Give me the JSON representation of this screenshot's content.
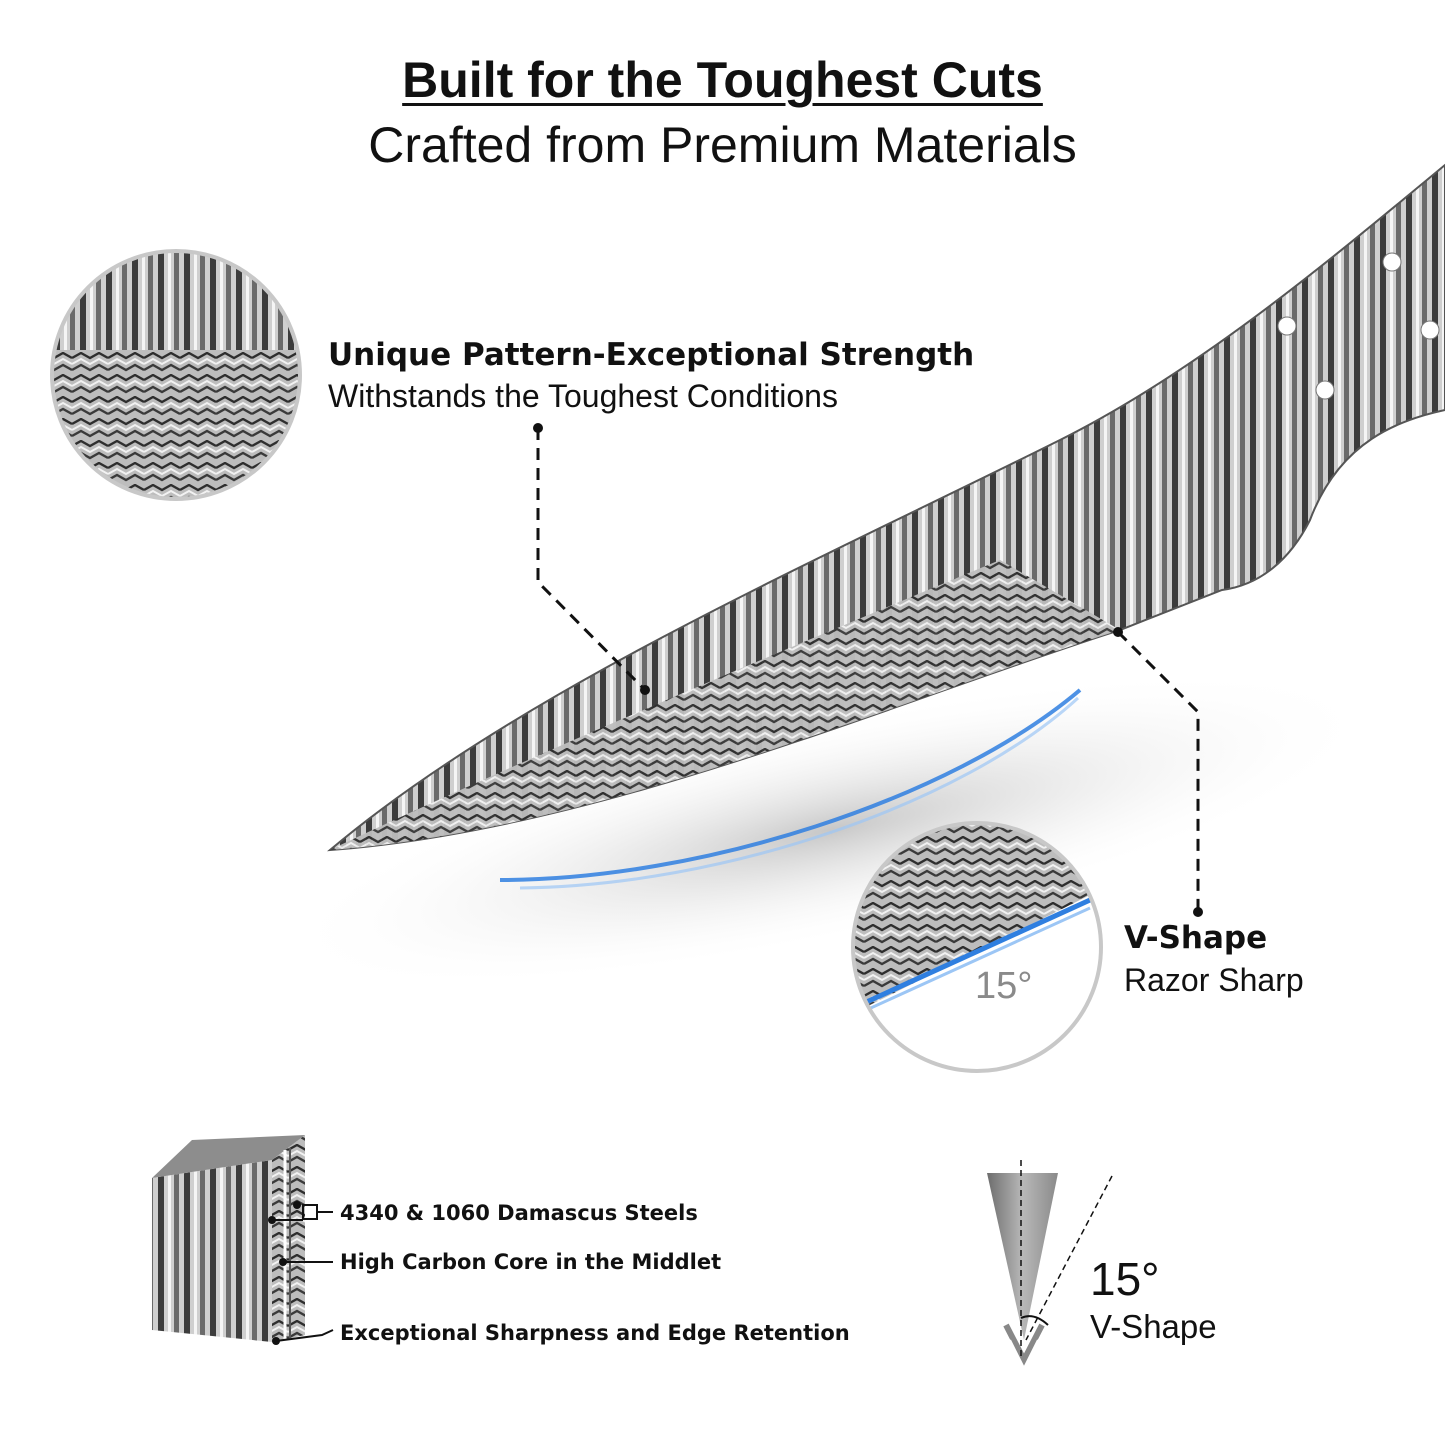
{
  "header": {
    "title": "Built for the Toughest Cuts",
    "subtitle": "Crafted from Premium Materials"
  },
  "callouts": {
    "pattern": {
      "title": "Unique Pattern-Exceptional Strength",
      "body": "Withstands the Toughest Conditions"
    },
    "edge": {
      "title": "V-Shape",
      "body": "Razor Sharp",
      "zoom_angle": "15°"
    }
  },
  "layers": {
    "outer": "4340 & 1060 Damascus Steels",
    "core": "High Carbon Core in the Middlet",
    "edge": "Exceptional Sharpness and Edge Retention"
  },
  "angle_diagram": {
    "angle": "15°",
    "label": "V-Shape"
  },
  "colors": {
    "accent_blue": "#2f7fe0",
    "steel_dark": "#3a3a3a",
    "steel_light": "#d9d9d9"
  }
}
